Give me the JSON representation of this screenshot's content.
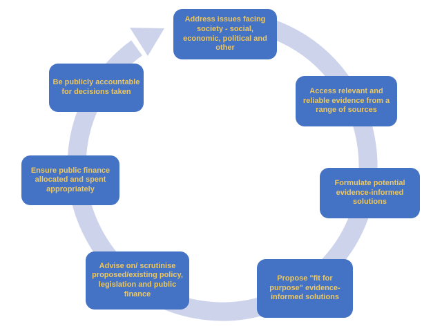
{
  "diagram": {
    "type": "cycle",
    "direction": "clockwise",
    "colors": {
      "box": "#4472C4",
      "label": "#EDC75F",
      "arrow": "#CDD3EB",
      "background": "#FFFFFF"
    },
    "steps": [
      {
        "id": "address-issues",
        "label": "Address issues facing society - social, economic, political and other"
      },
      {
        "id": "access-evidence",
        "label": "Access relevant and reliable evidence from a range of sources"
      },
      {
        "id": "formulate-solutions",
        "label": "Formulate potential evidence-informed solutions"
      },
      {
        "id": "propose-solutions",
        "label": "Propose \"fit for purpose\" evidence-informed solutions"
      },
      {
        "id": "advise-scrutinise",
        "label": "Advise on/ scrutinise proposed/existing policy, legislation and public finance"
      },
      {
        "id": "ensure-finance",
        "label": "Ensure public finance allocated and spent appropriately"
      },
      {
        "id": "be-accountable",
        "label": "Be publicly accountable for decisions taken"
      }
    ]
  }
}
